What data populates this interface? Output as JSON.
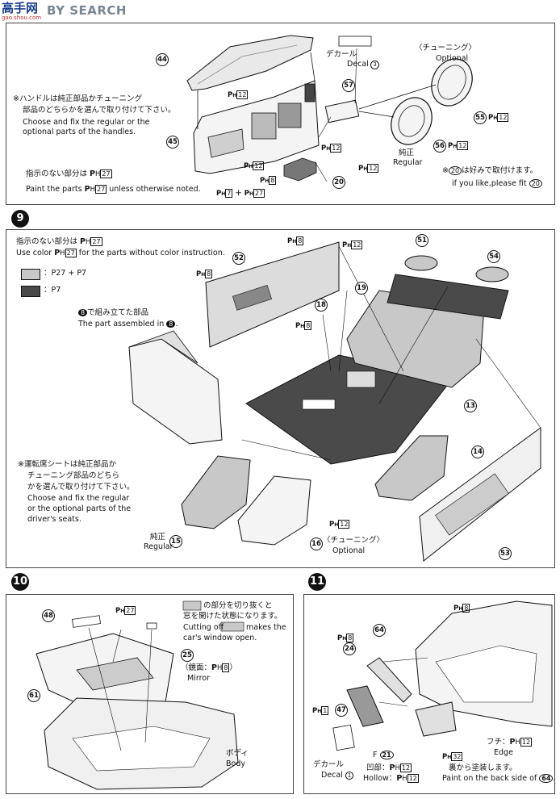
{
  "header": {
    "logo_text": "高手网",
    "logo_sub": "gao.shou.com",
    "search_text": "BY SEARCH"
  },
  "top_panel": {
    "note_handle_jp": "※ハンドルは純正部品かチューニング",
    "note_handle_jp2": "部品のどちらかを選んで取り付けて下さい。",
    "note_handle_en1": "Choose and fix the regular or the",
    "note_handle_en2": "optional parts of the handles.",
    "note_paint_jp": "指示のない部分は",
    "note_paint_en": "Paint the parts",
    "note_paint_en_tail": "unless otherwise noted.",
    "decal_jp": "デカール",
    "decal_en": "Decal",
    "decal_num": "3",
    "optional_jp": "〈チューニング〉",
    "optional_en": "Optional",
    "regular_jp": "純正",
    "regular_en": "Regular",
    "fit_note_jp": "※",
    "fit_note_jp_tail": "は好みで取付けます。",
    "fit_note_en": "if you like,please fit",
    "parts": [
      "44",
      "45",
      "57",
      "55",
      "56",
      "20"
    ],
    "fit_part": "20",
    "paint_refs": [
      "12",
      "12",
      "12",
      "8",
      "12",
      "12",
      "12",
      "12",
      "27",
      "7",
      "27"
    ]
  },
  "step9": {
    "number": "9",
    "note_jp": "指示のない部分は",
    "note_en": "Use color",
    "note_en_tail": "for the parts without color instruction.",
    "legend_light": "：P27 + P7",
    "legend_dark": "：P7",
    "assembled_jp": "で組み立てた部品",
    "assembled_en": "The part assembled in",
    "assembled_step": "8",
    "seat_note_jp1": "※運転席シートは純正部品か",
    "seat_note_jp2": "チューニング部品のどちら",
    "seat_note_jp3": "かを選んで取り付けて下さい。",
    "seat_note_en1": "Choose and fix the regular",
    "seat_note_en2": "or the optional parts of the",
    "seat_note_en3": "driver's seats.",
    "regular_jp": "純正",
    "regular_en": "Regular",
    "optional_jp": "〈チューニング〉",
    "optional_en": "Optional",
    "parts": [
      "52",
      "51",
      "54",
      "19",
      "18",
      "13",
      "14",
      "15",
      "16",
      "53"
    ],
    "paint_refs": [
      "8",
      "12",
      "8",
      "8",
      "12"
    ]
  },
  "step10": {
    "number": "10",
    "cut_note_jp1": "の部分を切り抜くと",
    "cut_note_jp2": "窓を開けた状態になります。",
    "cut_note_en1": "Cutting off",
    "cut_note_en2": "makes the",
    "cut_note_en3": "car's window open.",
    "mirror_jp": "（鏡面：",
    "mirror_ref": "8",
    "mirror_en": "Mirror",
    "body_jp": "ボディ",
    "body_en": "Body",
    "parts": [
      "48",
      "25",
      "61"
    ],
    "paint_ref": "27"
  },
  "step11": {
    "number": "11",
    "decal_jp": "デカール",
    "decal_en": "Decal",
    "decal_num": "1",
    "hollow_jp": "凹部：",
    "hollow_en": "Hollow：",
    "edge_jp": "フチ：",
    "edge_en": "Edge",
    "backside_jp": "裏から塗装します。",
    "backside_en": "Paint on the back side of",
    "backside_part": "64",
    "f_label": "F",
    "parts": [
      "64",
      "24",
      "47",
      "21"
    ],
    "paint_refs": [
      "8",
      "8",
      "1",
      "12",
      "12",
      "12",
      "32"
    ]
  }
}
